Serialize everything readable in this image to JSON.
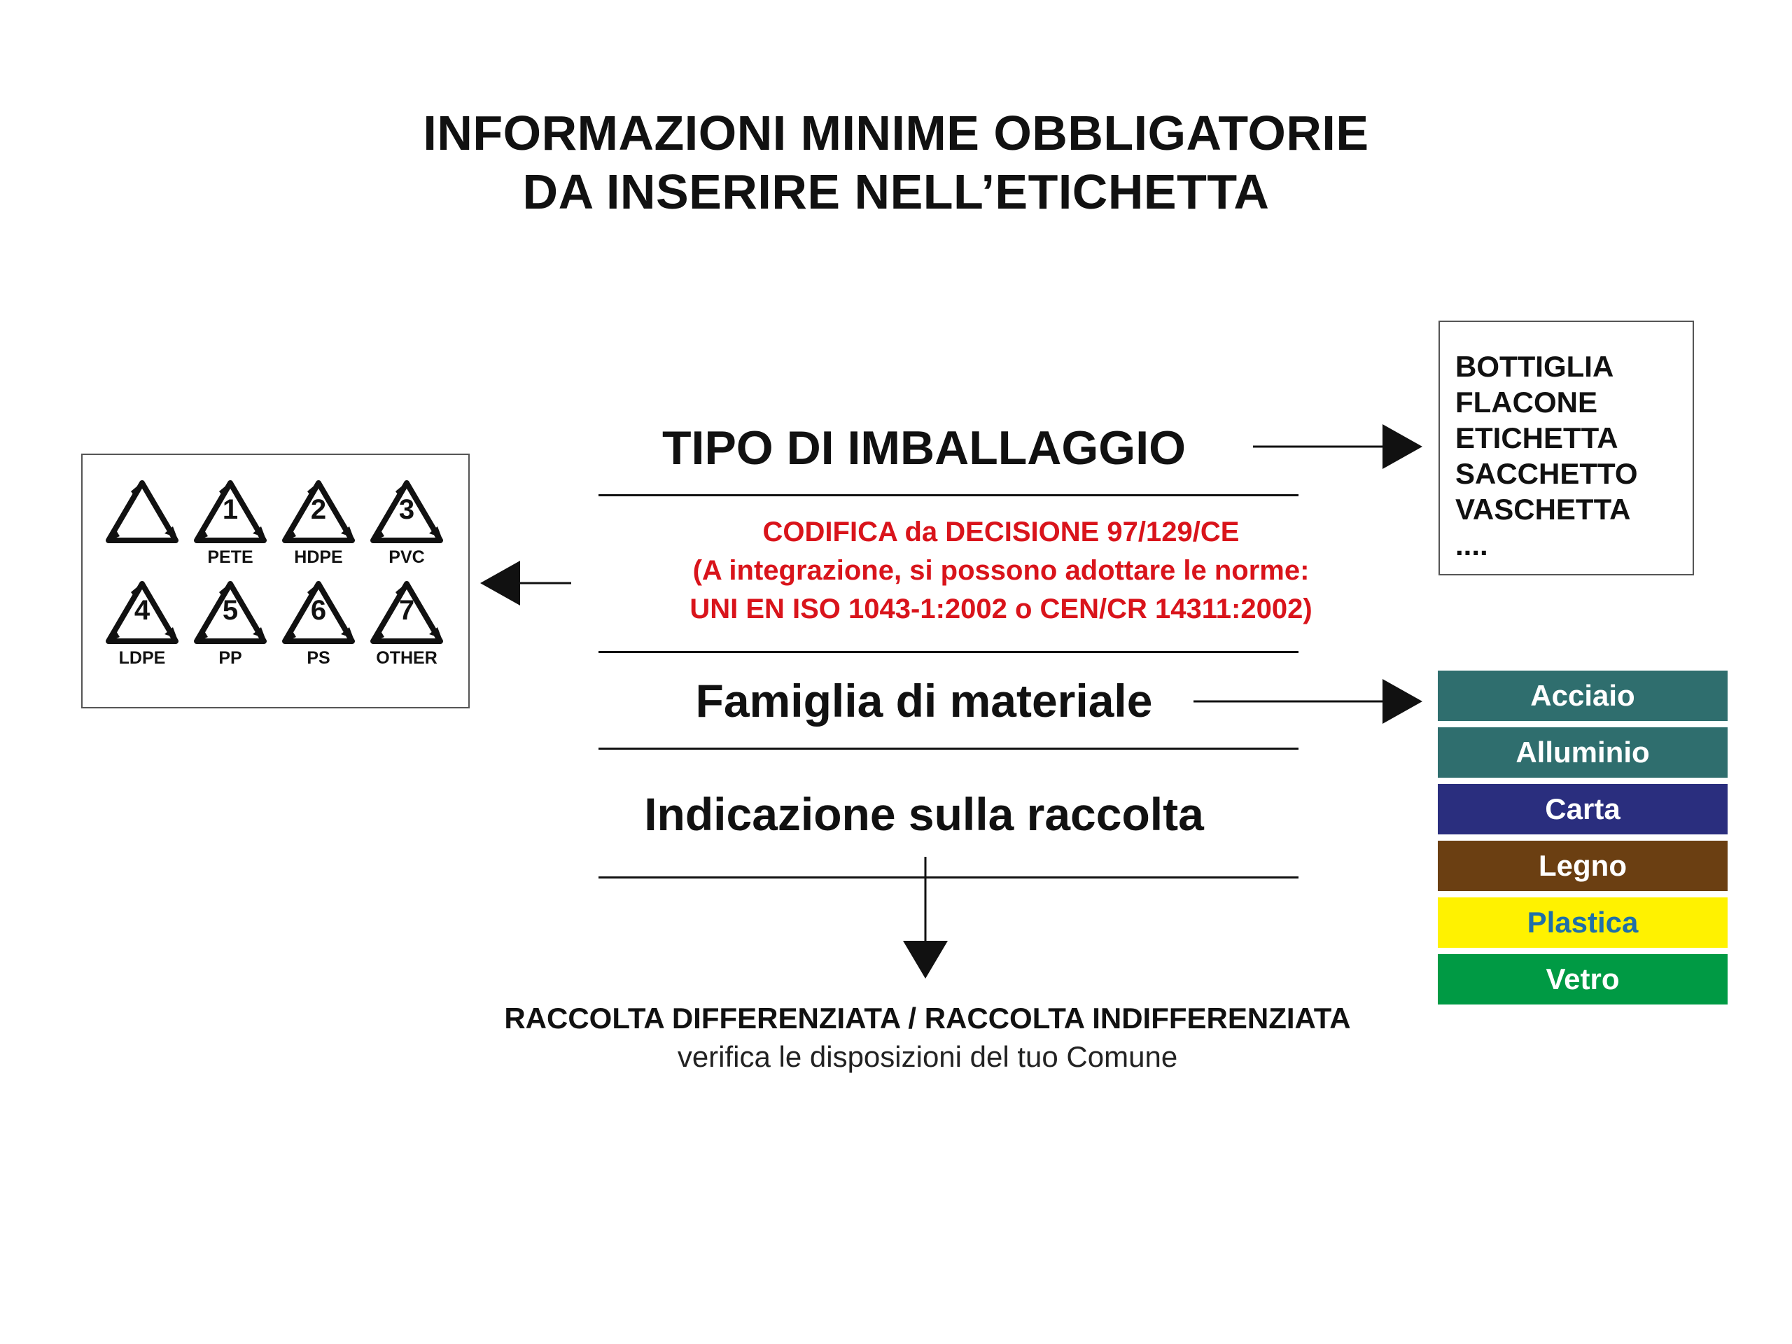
{
  "title": {
    "line1": "INFORMAZIONI MINIME OBBLIGATORIE",
    "line2": "DA INSERIRE NELL’ETICHETTA"
  },
  "center": {
    "tipo_heading": "TIPO DI IMBALLAGGIO",
    "codifica_line1": "CODIFICA da DECISIONE 97/129/CE",
    "codifica_line2": "(A integrazione, si possono adottare le norme:",
    "codifica_line3": "UNI EN ISO 1043-1:2002 o CEN/CR 14311:2002)",
    "famiglia_heading": "Famiglia di materiale",
    "raccolta_heading": "Indicazione sulla raccolta"
  },
  "packaging_types": [
    "BOTTIGLIA",
    "FLACONE",
    "ETICHETTA",
    "SACCHETTO",
    "VASCHETTA",
    "...."
  ],
  "resin_codes": [
    {
      "number": "",
      "abbr": ""
    },
    {
      "number": "1",
      "abbr": "PETE"
    },
    {
      "number": "2",
      "abbr": "HDPE"
    },
    {
      "number": "3",
      "abbr": "PVC"
    },
    {
      "number": "4",
      "abbr": "LDPE"
    },
    {
      "number": "5",
      "abbr": "PP"
    },
    {
      "number": "6",
      "abbr": "PS"
    },
    {
      "number": "7",
      "abbr": "OTHER"
    }
  ],
  "materials": [
    {
      "label": "Acciaio",
      "bg": "#2f6e6e",
      "fg": "#ffffff"
    },
    {
      "label": "Alluminio",
      "bg": "#2f6e6e",
      "fg": "#ffffff"
    },
    {
      "label": "Carta",
      "bg": "#2a2e7e",
      "fg": "#ffffff"
    },
    {
      "label": "Legno",
      "bg": "#6b3f12",
      "fg": "#ffffff"
    },
    {
      "label": "Plastica",
      "bg": "#fff200",
      "fg": "#1f6fa8"
    },
    {
      "label": "Vetro",
      "bg": "#009a44",
      "fg": "#ffffff"
    }
  ],
  "bottom": {
    "line1": "RACCOLTA DIFFERENZIATA / RACCOLTA INDIFFERENZIATA",
    "line2": "verifica le disposizioni del tuo Comune"
  }
}
